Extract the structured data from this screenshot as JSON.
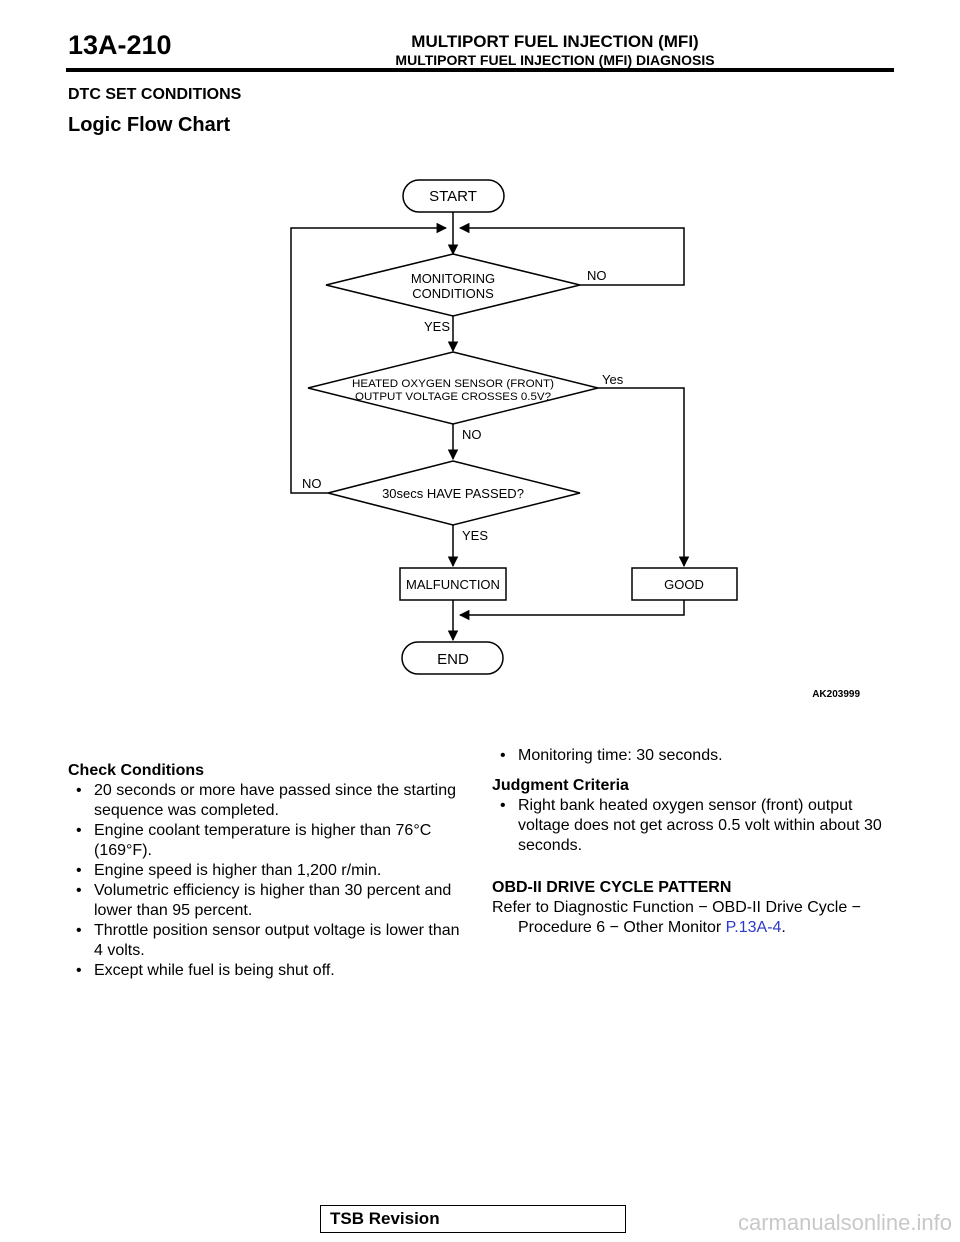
{
  "header": {
    "page_number": "13A-210",
    "title_line1": "MULTIPORT FUEL INJECTION (MFI)",
    "title_line2": "MULTIPORT FUEL INJECTION (MFI) DIAGNOSIS"
  },
  "section_title": "DTC SET CONDITIONS",
  "subsection_title": "Logic Flow Chart",
  "flowchart": {
    "start": "START",
    "monitoring_1": "MONITORING",
    "monitoring_2": "CONDITIONS",
    "monitoring_no": "NO",
    "monitoring_yes": "YES",
    "sensor_1": "HEATED OXYGEN SENSOR (FRONT)",
    "sensor_2": "OUTPUT VOLTAGE CROSSES 0.5V?",
    "sensor_yes": "Yes",
    "sensor_no": "NO",
    "timer": "30secs HAVE PASSED?",
    "timer_no": "NO",
    "timer_yes": "YES",
    "malfunction": "MALFUNCTION",
    "good": "GOOD",
    "end": "END",
    "figure_code": "AK203999"
  },
  "check_conditions": {
    "title": "Check Conditions",
    "items": [
      "20 seconds or more have passed since the starting sequence was completed.",
      "Engine coolant temperature is higher than 76°C (169°F).",
      "Engine speed is higher than 1,200 r/min.",
      "Volumetric efficiency is higher than 30 percent and lower than 95 percent.",
      "Throttle position sensor output voltage is lower than 4 volts.",
      "Except while fuel is being shut off."
    ]
  },
  "monitoring_time": "Monitoring time: 30 seconds.",
  "judgment_criteria": {
    "title": "Judgment Criteria",
    "items": [
      "Right bank heated oxygen sensor (front) output voltage does not get across 0.5 volt within about 30 seconds."
    ]
  },
  "obd": {
    "title": "OBD-II DRIVE CYCLE PATTERN",
    "text_line1": "Refer to Diagnostic Function − OBD-II Drive Cycle −",
    "text_line2": "Procedure 6 − Other Monitor",
    "link": "P.13A-4",
    "period": "."
  },
  "footer": {
    "label": "TSB Revision"
  },
  "watermark": "carmanualsonline.info"
}
